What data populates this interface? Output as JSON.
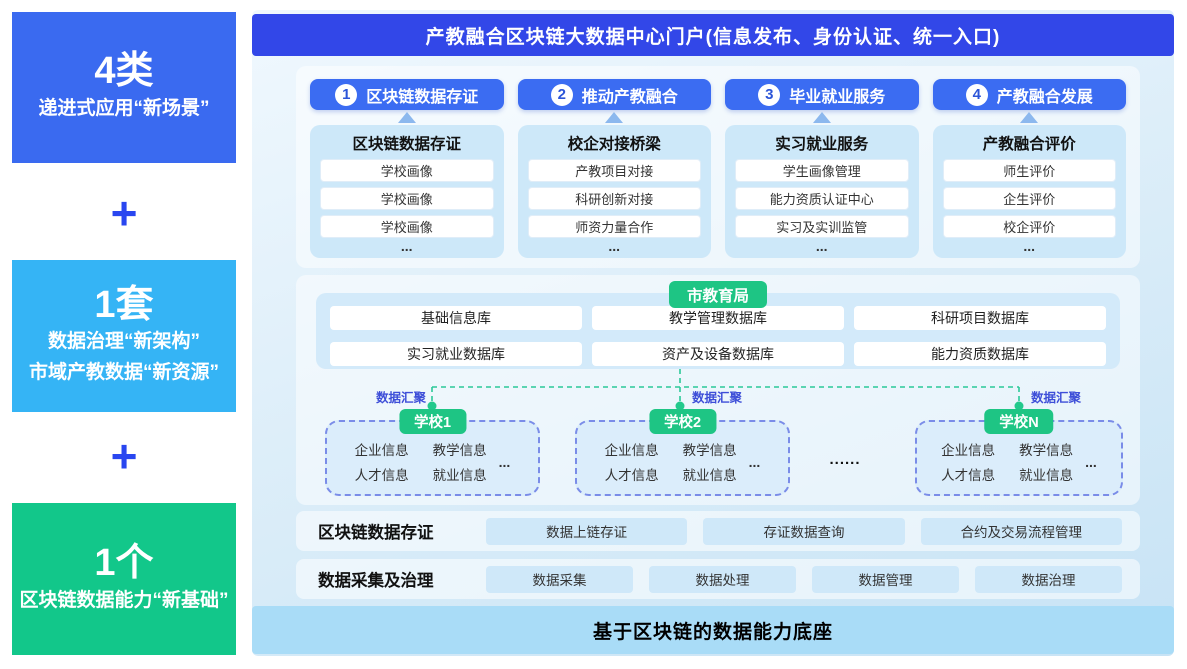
{
  "sidebar": {
    "plus_symbol": "+",
    "blocks": [
      {
        "number": "4类",
        "line1": "递进式应用“新场景”",
        "line2": "",
        "color": "#3a6af0"
      },
      {
        "number": "1套",
        "line1": "数据治理“新架构”",
        "line2": "市域产教数据“新资源”",
        "color": "#35b4f5"
      },
      {
        "number": "1个",
        "line1": "区块链数据能力“新基础”",
        "line2": "",
        "color": "#12c78a"
      }
    ]
  },
  "header": {
    "title": "产教融合区块链大数据中心门户(信息发布、身份认证、统一入口)",
    "bg_color": "#3247e8"
  },
  "apps": {
    "tabs": [
      {
        "num": "1",
        "label": "区块链数据存证"
      },
      {
        "num": "2",
        "label": "推动产教融合"
      },
      {
        "num": "3",
        "label": "毕业就业服务"
      },
      {
        "num": "4",
        "label": "产教融合发展"
      }
    ],
    "cards": [
      {
        "title": "区块链数据存证",
        "items": [
          "学校画像",
          "学校画像",
          "学校画像"
        ],
        "more": "..."
      },
      {
        "title": "校企对接桥梁",
        "items": [
          "产教项目对接",
          "科研创新对接",
          "师资力量合作"
        ],
        "more": "..."
      },
      {
        "title": "实习就业服务",
        "items": [
          "学生画像管理",
          "能力资质认证中心",
          "实习及实训监管"
        ],
        "more": "..."
      },
      {
        "title": "产教融合评价",
        "items": [
          "师生评价",
          "企生评价",
          "校企评价"
        ],
        "more": "..."
      }
    ],
    "tab_color": "#3b6cf2"
  },
  "data_center": {
    "authority": "市教育局",
    "databases": [
      "基础信息库",
      "教学管理数据库",
      "科研项目数据库",
      "实习就业数据库",
      "资产及设备数据库",
      "能力资质数据库"
    ],
    "aggregation_label": "数据汇聚",
    "schools": [
      {
        "name": "学校1",
        "items": [
          "企业信息",
          "教学信息",
          "人才信息",
          "就业信息"
        ],
        "more": "..."
      },
      {
        "name": "学校2",
        "items": [
          "企业信息",
          "教学信息",
          "人才信息",
          "就业信息"
        ],
        "more": "..."
      },
      {
        "name": "学校N",
        "items": [
          "企业信息",
          "教学信息",
          "人才信息",
          "就业信息"
        ],
        "more": "..."
      }
    ],
    "ellipsis": "......",
    "badge_color": "#1ec584",
    "connector_color": "#2bc998"
  },
  "layers": [
    {
      "label": "区块链数据存证",
      "boxes": [
        "数据上链存证",
        "存证数据查询",
        "合约及交易流程管理"
      ]
    },
    {
      "label": "数据采集及治理",
      "boxes": [
        "数据采集",
        "数据处理",
        "数据管理",
        "数据治理"
      ]
    }
  ],
  "foundation": {
    "label": "基于区块链的数据能力底座",
    "bg_color": "#a9dcf7"
  }
}
